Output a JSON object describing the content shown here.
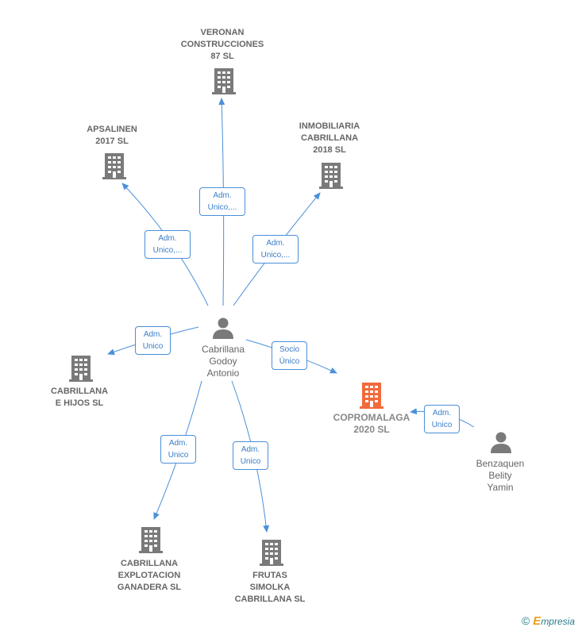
{
  "nodes": {
    "veronan": {
      "label": "VERONAN\nCONSTRUCCIONES\n87 SL"
    },
    "apsalinen": {
      "label": "APSALINEN\n2017  SL"
    },
    "inmobiliaria": {
      "label": "INMOBILIARIA\nCABRILLANA\n2018  SL"
    },
    "cabrillana_hijos": {
      "label": "CABRILLANA\nE HIJOS  SL"
    },
    "person_main": {
      "label": "Cabrillana\nGodoy\nAntonio"
    },
    "copromalaga": {
      "label": "COPROMALAGA\n2020  SL"
    },
    "benzaquen": {
      "label": "Benzaquen\nBelity\nYamin"
    },
    "explotacion": {
      "label": "CABRILLANA\nEXPLOTACION\nGANADERA  SL"
    },
    "frutas": {
      "label": "FRUTAS\nSIMOLKA\nCABRILLANA SL"
    }
  },
  "edges": {
    "to_veronan": "Adm.\nUnico,...",
    "to_apsalinen": "Adm.\nUnico,...",
    "to_inmobiliaria": "Adm.\nUnico,...",
    "to_cabrillana_hijos": "Adm.\nUnico",
    "to_copromalaga": "Socio\nÚnico",
    "to_explotacion": "Adm.\nUnico",
    "to_frutas": "Adm.\nUnico",
    "benzaquen_to_copromalaga": "Adm.\nUnico"
  },
  "footer": {
    "copyright": "©",
    "brand_e": "E",
    "brand_rest": "mpresia"
  },
  "colors": {
    "building": "#7a7a7a",
    "focus_building": "#f26a3c",
    "edge": "#4a90d9",
    "person": "#7a7a7a"
  }
}
